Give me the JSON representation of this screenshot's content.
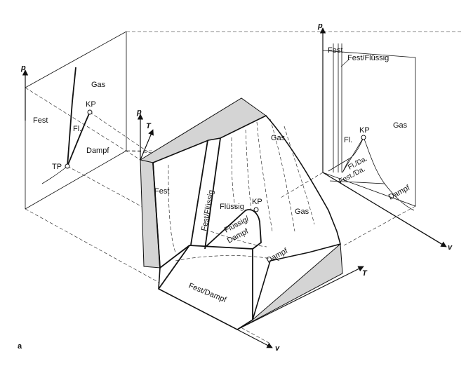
{
  "figure": {
    "panel_label": "a",
    "axes": {
      "p": "p",
      "T": "T",
      "v": "v"
    },
    "pT_projection": {
      "regions": {
        "solid": "Fest",
        "liquid": "Fl.",
        "gas": "Gas",
        "vapour": "Dampf"
      },
      "critical_point": "KP",
      "triple_point": "TP"
    },
    "surface": {
      "regions": {
        "solid": "Fest",
        "solid_liquid": "Fest/Flüssig",
        "liquid": "Flüssig",
        "liquid_vapour_1": "Flüssig/",
        "liquid_vapour_2": "Dampf",
        "vapour": "Dampf",
        "gas_top": "Gas",
        "gas_right": "Gas",
        "solid_vapour": "Fest/Dampf"
      },
      "critical_point": "KP"
    },
    "pv_projection": {
      "regions": {
        "solid": "Fest",
        "solid_liquid": "Fest/Flüssig",
        "gas": "Gas",
        "liquid": "Fl.",
        "liquid_vapour": "Fl./Da.",
        "solid_vapour": "Fest./Da.",
        "vapour": "Dampf"
      },
      "critical_point": "KP"
    }
  }
}
